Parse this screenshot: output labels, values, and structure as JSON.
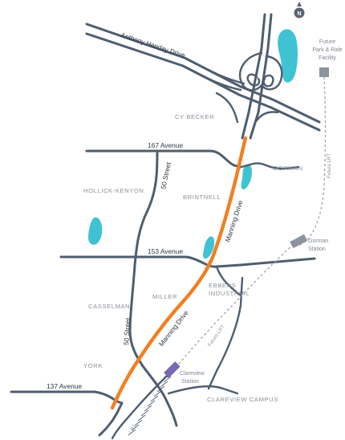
{
  "north": "N",
  "roads": {
    "henday": "Anthony Henday Drive",
    "ave167": "167 Avenue",
    "ave153": "153 Avenue",
    "ave137": "137 Avenue",
    "st50_north": "50 Street",
    "st50_south": "50 Street",
    "manning_north": "Manning Drive",
    "manning_south": "Manning Drive"
  },
  "areas": {
    "cy_becker": "CY BECKER",
    "gorman": "GORMAN",
    "hollick_kenyon": "HOLLICK-KENYON",
    "brintnell": "BRINTNELL",
    "ebbers_1": "EBBERS",
    "ebbers_2": "INDUSTRIAL",
    "casselman": "CASSELMAN",
    "miller": "MILLER",
    "york": "YORK",
    "clareview_campus": "CLAREVIEW CAMPUS"
  },
  "facility": {
    "line1": "Future",
    "line2": "Park & Ride",
    "line3": "Facility"
  },
  "stations": {
    "gorman_1": "Gorman",
    "gorman_2": "Station",
    "clareview_1": "Clareview",
    "clareview_2": "Station"
  },
  "lrt": {
    "future_lrt_east": "Future LRT",
    "future_lrt_mid": "Future LRT",
    "lrt": "LRT"
  },
  "colors": {
    "road": "#4f5d6e",
    "manning_highlight": "#f07f23",
    "water": "#3fc3d3",
    "station": "#8c939c",
    "clareview_station": "#7a69b0",
    "label": "#8a9099"
  }
}
